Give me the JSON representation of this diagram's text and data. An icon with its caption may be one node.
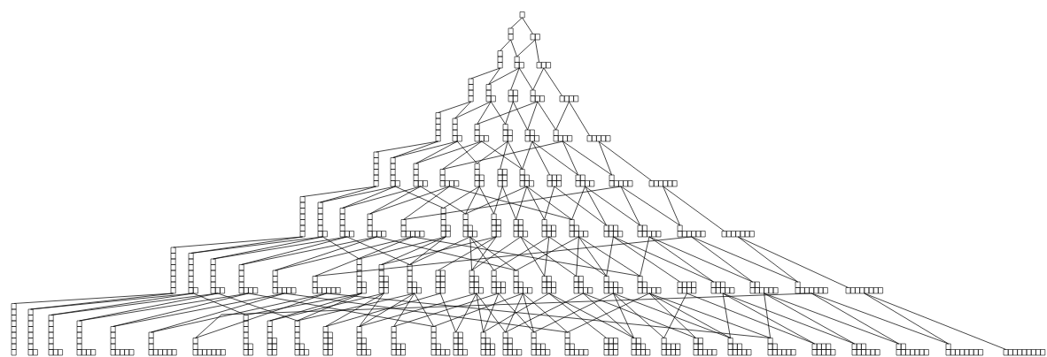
{
  "diagram": {
    "nodes": [
      {
        "text": [],
        "shape": "grid"
      },
      {
        "text": [],
        "shape": "grid"
      },
      {
        "text": [],
        "shape": "grid"
      },
      {
        "text": [],
        "shape": "grid"
      },
      {
        "text": [],
        "shape": "grid"
      },
      {
        "text": [],
        "shape": "grid"
      },
      {
        "text": [],
        "shape": "grid"
      },
      {
        "text": [],
        "shape": "grid"
      },
      {
        "text": [],
        "shape": "grid"
      },
      {
        "text": [],
        "shape": "grid"
      },
      {
        "text": [],
        "shape": "grid"
      },
      {
        "text": [],
        "shape": "grid"
      },
      {
        "text": [],
        "shape": "grid"
      },
      {
        "text": [],
        "shape": "grid"
      },
      {
        "text": [],
        "shape": "grid"
      },
      {
        "text": [],
        "shape": "grid"
      },
      {
        "text": [],
        "shape": "grid"
      },
      {
        "text": [],
        "shape": "grid"
      },
      {
        "text": [],
        "shape": "grid"
      },
      {
        "text": [],
        "shape": "grid"
      },
      {
        "text": [],
        "shape": "grid"
      },
      {
        "text": [],
        "shape": "grid"
      },
      {
        "text": [],
        "shape": "grid"
      },
      {
        "text": [],
        "shape": "grid"
      },
      {
        "text": [],
        "shape": "grid"
      },
      {
        "text": [],
        "shape": "grid"
      },
      {
        "text": [],
        "shape": "grid"
      },
      {
        "text": [],
        "shape": "grid"
      },
      {
        "text": [],
        "shape": "grid"
      },
      {
        "text": [],
        "shape": "grid"
      },
      {
        "text": [],
        "shape": "grid"
      },
      {
        "text": [],
        "shape": "grid"
      },
      {
        "text": [],
        "shape": "grid"
      },
      {
        "text": [],
        "shape": "grid"
      },
      {
        "text": [],
        "shape": "grid"
      },
      {
        "text": [],
        "shape": "grid"
      },
      {
        "text": [],
        "shape": "grid"
      },
      {
        "text": [],
        "shape": "grid"
      },
      {
        "text": [],
        "shape": "grid"
      },
      {
        "text": [],
        "shape": "grid"
      },
      {
        "text": [],
        "shape": "grid"
      },
      {
        "text": [],
        "shape": "grid"
      },
      {
        "text": [],
        "shape": "grid"
      },
      {
        "text": [],
        "shape": "grid"
      },
      {
        "text": [],
        "shape": "grid"
      },
      {
        "text": [],
        "shape": "grid"
      },
      {
        "text": [],
        "shape": "grid"
      },
      {
        "text": [],
        "shape": "grid"
      },
      {
        "text": [],
        "shape": "grid"
      },
      {
        "text": [],
        "shape": "grid"
      },
      {
        "text": [],
        "shape": "grid"
      },
      {
        "text": [],
        "shape": "grid"
      },
      {
        "text": [],
        "shape": "grid"
      },
      {
        "text": [],
        "shape": "grid"
      },
      {
        "text": [],
        "shape": "grid"
      },
      {
        "text": [],
        "shape": "grid"
      },
      {
        "text": [],
        "shape": "grid"
      },
      {
        "text": [],
        "shape": "grid"
      },
      {
        "text": [],
        "shape": "grid"
      },
      {
        "text": [],
        "shape": "grid"
      },
      {
        "text": [],
        "shape": "grid"
      },
      {
        "text": [],
        "shape": "grid"
      },
      {
        "text": [],
        "shape": "grid"
      },
      {
        "text": [],
        "shape": "grid"
      },
      {
        "text": [],
        "shape": "grid"
      },
      {
        "text": [],
        "shape": "grid"
      },
      {
        "text": [],
        "shape": "grid"
      },
      {
        "text": [],
        "shape": "grid"
      },
      {
        "text": [],
        "shape": "grid"
      },
      {
        "text": [],
        "shape": "grid"
      },
      {
        "text": [],
        "shape": "grid"
      },
      {
        "text": [],
        "shape": "grid"
      },
      {
        "text": [],
        "shape": "grid"
      },
      {
        "text": [],
        "shape": "grid"
      },
      {
        "text": [],
        "shape": "grid"
      },
      {
        "text": [],
        "shape": "grid"
      },
      {
        "text": [],
        "shape": "grid"
      },
      {
        "text": [],
        "shape": "grid"
      },
      {
        "text": [],
        "shape": "grid"
      },
      {
        "text": [],
        "shape": "grid"
      },
      {
        "text": [],
        "shape": "grid"
      },
      {
        "text": [],
        "shape": "grid"
      },
      {
        "text": [],
        "shape": "grid"
      },
      {
        "text": [],
        "shape": "grid"
      },
      {
        "text": [],
        "shape": "grid"
      },
      {
        "text": [],
        "shape": "grid"
      },
      {
        "text": [],
        "shape": "grid"
      },
      {
        "text": [],
        "shape": "grid"
      },
      {
        "text": [],
        "shape": "grid"
      },
      {
        "text": [],
        "shape": "grid"
      },
      {
        "text": [],
        "shape": "grid"
      },
      {
        "text": [],
        "shape": "grid"
      },
      {
        "text": [],
        "shape": "grid"
      },
      {
        "text": [],
        "shape": "grid"
      },
      {
        "text": [],
        "shape": "grid"
      },
      {
        "text": [],
        "shape": "grid"
      }
    ],
    "edges": [
      {
        "from": 0,
        "to": 1,
        "arrow": "none"
      },
      {
        "from": 0,
        "to": 2,
        "arrow": "none"
      },
      {
        "from": 1,
        "to": 3,
        "arrow": "none"
      },
      {
        "from": 1,
        "to": 4,
        "arrow": "none"
      },
      {
        "from": 2,
        "to": 4,
        "arrow": "none"
      },
      {
        "from": 2,
        "to": 5,
        "arrow": "none"
      },
      {
        "from": 3,
        "to": 6,
        "arrow": "none"
      },
      {
        "from": 3,
        "to": 7,
        "arrow": "none"
      },
      {
        "from": 4,
        "to": 7,
        "arrow": "none"
      },
      {
        "from": 4,
        "to": 8,
        "arrow": "none"
      },
      {
        "from": 4,
        "to": 9,
        "arrow": "none"
      },
      {
        "from": 5,
        "to": 9,
        "arrow": "none"
      },
      {
        "from": 5,
        "to": 10,
        "arrow": "none"
      },
      {
        "from": 6,
        "to": 11,
        "arrow": "none"
      },
      {
        "from": 6,
        "to": 12,
        "arrow": "none"
      },
      {
        "from": 7,
        "to": 12,
        "arrow": "none"
      },
      {
        "from": 7,
        "to": 13,
        "arrow": "none"
      },
      {
        "from": 9,
        "to": 13,
        "arrow": "none"
      },
      {
        "from": 7,
        "to": 14,
        "arrow": "none"
      },
      {
        "from": 8,
        "to": 14,
        "arrow": "none"
      },
      {
        "from": 8,
        "to": 15,
        "arrow": "none"
      },
      {
        "from": 9,
        "to": 15,
        "arrow": "none"
      },
      {
        "from": 9,
        "to": 16,
        "arrow": "none"
      },
      {
        "from": 10,
        "to": 16,
        "arrow": "none"
      },
      {
        "from": 10,
        "to": 17,
        "arrow": "none"
      },
      {
        "from": 11,
        "to": 18,
        "arrow": "none"
      },
      {
        "from": 11,
        "to": 19,
        "arrow": "none"
      },
      {
        "from": 12,
        "to": 19,
        "arrow": "none"
      },
      {
        "from": 12,
        "to": 20,
        "arrow": "none"
      },
      {
        "from": 13,
        "to": 20,
        "arrow": "none"
      },
      {
        "from": 13,
        "to": 21,
        "arrow": "none"
      },
      {
        "from": 16,
        "to": 21,
        "arrow": "none"
      },
      {
        "from": 12,
        "to": 22,
        "arrow": "none"
      },
      {
        "from": 14,
        "to": 22,
        "arrow": "none"
      },
      {
        "from": 14,
        "to": 23,
        "arrow": "none"
      },
      {
        "from": 13,
        "to": 24,
        "arrow": "none"
      },
      {
        "from": 14,
        "to": 24,
        "arrow": "none"
      },
      {
        "from": 15,
        "to": 24,
        "arrow": "none"
      },
      {
        "from": 15,
        "to": 25,
        "arrow": "none"
      },
      {
        "from": 15,
        "to": 26,
        "arrow": "none"
      },
      {
        "from": 16,
        "to": 26,
        "arrow": "none"
      },
      {
        "from": 16,
        "to": 27,
        "arrow": "none"
      },
      {
        "from": 17,
        "to": 27,
        "arrow": "none"
      },
      {
        "from": 17,
        "to": 28,
        "arrow": "none"
      },
      {
        "from": 18,
        "to": 29,
        "arrow": "none"
      },
      {
        "from": 18,
        "to": 30,
        "arrow": "none"
      },
      {
        "from": 19,
        "to": 30,
        "arrow": "none"
      },
      {
        "from": 19,
        "to": 31,
        "arrow": "none"
      },
      {
        "from": 20,
        "to": 31,
        "arrow": "none"
      },
      {
        "from": 20,
        "to": 32,
        "arrow": "none"
      },
      {
        "from": 21,
        "to": 32,
        "arrow": "none"
      },
      {
        "from": 21,
        "to": 33,
        "arrow": "none"
      },
      {
        "from": 27,
        "to": 33,
        "arrow": "none"
      },
      {
        "from": 19,
        "to": 34,
        "arrow": "none"
      },
      {
        "from": 22,
        "to": 34,
        "arrow": "none"
      },
      {
        "from": 20,
        "to": 35,
        "arrow": "none"
      },
      {
        "from": 22,
        "to": 35,
        "arrow": "none"
      },
      {
        "from": 24,
        "to": 35,
        "arrow": "none"
      },
      {
        "from": 22,
        "to": 36,
        "arrow": "none"
      },
      {
        "from": 23,
        "to": 36,
        "arrow": "none"
      },
      {
        "from": 23,
        "to": 37,
        "arrow": "none"
      },
      {
        "from": 24,
        "to": 37,
        "arrow": "none"
      },
      {
        "from": 24,
        "to": 38,
        "arrow": "none"
      },
      {
        "from": 25,
        "to": 38,
        "arrow": "none"
      },
      {
        "from": 21,
        "to": 39,
        "arrow": "none"
      },
      {
        "from": 24,
        "to": 39,
        "arrow": "none"
      },
      {
        "from": 26,
        "to": 39,
        "arrow": "none"
      },
      {
        "from": 25,
        "to": 40,
        "arrow": "none"
      },
      {
        "from": 26,
        "to": 40,
        "arrow": "none"
      },
      {
        "from": 26,
        "to": 41,
        "arrow": "none"
      },
      {
        "from": 27,
        "to": 41,
        "arrow": "none"
      },
      {
        "from": 27,
        "to": 42,
        "arrow": "none"
      },
      {
        "from": 28,
        "to": 42,
        "arrow": "none"
      },
      {
        "from": 28,
        "to": 43,
        "arrow": "none"
      },
      {
        "from": 29,
        "to": 44,
        "arrow": "none"
      },
      {
        "from": 29,
        "to": 45,
        "arrow": "none"
      },
      {
        "from": 30,
        "to": 45,
        "arrow": "none"
      },
      {
        "from": 30,
        "to": 46,
        "arrow": "none"
      },
      {
        "from": 31,
        "to": 46,
        "arrow": "none"
      },
      {
        "from": 31,
        "to": 47,
        "arrow": "none"
      },
      {
        "from": 32,
        "to": 47,
        "arrow": "none"
      },
      {
        "from": 32,
        "to": 48,
        "arrow": "none"
      },
      {
        "from": 33,
        "to": 48,
        "arrow": "none"
      },
      {
        "from": 33,
        "to": 49,
        "arrow": "none"
      },
      {
        "from": 42,
        "to": 49,
        "arrow": "none"
      },
      {
        "from": 30,
        "to": 50,
        "arrow": "none"
      },
      {
        "from": 34,
        "to": 50,
        "arrow": "none"
      },
      {
        "from": 34,
        "to": 51,
        "arrow": "none"
      },
      {
        "from": 36,
        "to": 51,
        "arrow": "none"
      },
      {
        "from": 31,
        "to": 52,
        "arrow": "none"
      },
      {
        "from": 34,
        "to": 52,
        "arrow": "none"
      },
      {
        "from": 35,
        "to": 52,
        "arrow": "none"
      },
      {
        "from": 36,
        "to": 53,
        "arrow": "none"
      },
      {
        "from": 35,
        "to": 54,
        "arrow": "none"
      },
      {
        "from": 36,
        "to": 54,
        "arrow": "none"
      },
      {
        "from": 37,
        "to": 54,
        "arrow": "none"
      },
      {
        "from": 35,
        "to": 55,
        "arrow": "none"
      },
      {
        "from": 38,
        "to": 55,
        "arrow": "none"
      },
      {
        "from": 32,
        "to": 56,
        "arrow": "none"
      },
      {
        "from": 35,
        "to": 56,
        "arrow": "none"
      },
      {
        "from": 39,
        "to": 56,
        "arrow": "none"
      },
      {
        "from": 37,
        "to": 57,
        "arrow": "none"
      },
      {
        "from": 38,
        "to": 57,
        "arrow": "none"
      },
      {
        "from": 37,
        "to": 58,
        "arrow": "none"
      },
      {
        "from": 39,
        "to": 58,
        "arrow": "none"
      },
      {
        "from": 38,
        "to": 59,
        "arrow": "none"
      },
      {
        "from": 39,
        "to": 59,
        "arrow": "none"
      },
      {
        "from": 40,
        "to": 59,
        "arrow": "none"
      },
      {
        "from": 33,
        "to": 60,
        "arrow": "none"
      },
      {
        "from": 39,
        "to": 60,
        "arrow": "none"
      },
      {
        "from": 41,
        "to": 60,
        "arrow": "none"
      },
      {
        "from": 40,
        "to": 61,
        "arrow": "none"
      },
      {
        "from": 40,
        "to": 62,
        "arrow": "none"
      },
      {
        "from": 41,
        "to": 62,
        "arrow": "none"
      },
      {
        "from": 41,
        "to": 63,
        "arrow": "none"
      },
      {
        "from": 42,
        "to": 63,
        "arrow": "none"
      },
      {
        "from": 42,
        "to": 64,
        "arrow": "none"
      },
      {
        "from": 43,
        "to": 64,
        "arrow": "none"
      },
      {
        "from": 43,
        "to": 65,
        "arrow": "none"
      },
      {
        "from": 44,
        "to": 66,
        "arrow": "none"
      },
      {
        "from": 44,
        "to": 67,
        "arrow": "none"
      },
      {
        "from": 45,
        "to": 67,
        "arrow": "none"
      },
      {
        "from": 45,
        "to": 68,
        "arrow": "none"
      },
      {
        "from": 46,
        "to": 68,
        "arrow": "none"
      },
      {
        "from": 46,
        "to": 69,
        "arrow": "none"
      },
      {
        "from": 47,
        "to": 69,
        "arrow": "none"
      },
      {
        "from": 47,
        "to": 70,
        "arrow": "none"
      },
      {
        "from": 48,
        "to": 70,
        "arrow": "none"
      },
      {
        "from": 48,
        "to": 71,
        "arrow": "none"
      },
      {
        "from": 49,
        "to": 71,
        "arrow": "none"
      },
      {
        "from": 49,
        "to": 72,
        "arrow": "none"
      },
      {
        "from": 64,
        "to": 72,
        "arrow": "none"
      },
      {
        "from": 45,
        "to": 73,
        "arrow": "none"
      },
      {
        "from": 50,
        "to": 73,
        "arrow": "none"
      },
      {
        "from": 50,
        "to": 74,
        "arrow": "none"
      },
      {
        "from": 51,
        "to": 74,
        "arrow": "none"
      },
      {
        "from": 46,
        "to": 75,
        "arrow": "none"
      },
      {
        "from": 50,
        "to": 75,
        "arrow": "none"
      },
      {
        "from": 52,
        "to": 75,
        "arrow": "none"
      },
      {
        "from": 51,
        "to": 76,
        "arrow": "none"
      },
      {
        "from": 53,
        "to": 76,
        "arrow": "none"
      },
      {
        "from": 51,
        "to": 77,
        "arrow": "none"
      },
      {
        "from": 52,
        "to": 77,
        "arrow": "none"
      },
      {
        "from": 54,
        "to": 77,
        "arrow": "none"
      },
      {
        "from": 52,
        "to": 78,
        "arrow": "none"
      },
      {
        "from": 55,
        "to": 78,
        "arrow": "none"
      },
      {
        "from": 47,
        "to": 79,
        "arrow": "none"
      },
      {
        "from": 52,
        "to": 79,
        "arrow": "none"
      },
      {
        "from": 56,
        "to": 79,
        "arrow": "none"
      },
      {
        "from": 53,
        "to": 80,
        "arrow": "none"
      },
      {
        "from": 54,
        "to": 80,
        "arrow": "none"
      },
      {
        "from": 54,
        "to": 81,
        "arrow": "none"
      },
      {
        "from": 55,
        "to": 81,
        "arrow": "none"
      },
      {
        "from": 57,
        "to": 81,
        "arrow": "none"
      },
      {
        "from": 54,
        "to": 82,
        "arrow": "none"
      },
      {
        "from": 56,
        "to": 82,
        "arrow": "none"
      },
      {
        "from": 58,
        "to": 82,
        "arrow": "none"
      },
      {
        "from": 55,
        "to": 83,
        "arrow": "none"
      },
      {
        "from": 56,
        "to": 83,
        "arrow": "none"
      },
      {
        "from": 59,
        "to": 83,
        "arrow": "none"
      },
      {
        "from": 48,
        "to": 84,
        "arrow": "none"
      },
      {
        "from": 56,
        "to": 84,
        "arrow": "none"
      },
      {
        "from": 60,
        "to": 84,
        "arrow": "none"
      },
      {
        "from": 57,
        "to": 85,
        "arrow": "none"
      },
      {
        "from": 57,
        "to": 86,
        "arrow": "none"
      },
      {
        "from": 58,
        "to": 86,
        "arrow": "none"
      },
      {
        "from": 59,
        "to": 86,
        "arrow": "none"
      },
      {
        "from": 59,
        "to": 87,
        "arrow": "none"
      },
      {
        "from": 61,
        "to": 87,
        "arrow": "none"
      },
      {
        "from": 58,
        "to": 88,
        "arrow": "none"
      },
      {
        "from": 60,
        "to": 88,
        "arrow": "none"
      },
      {
        "from": 59,
        "to": 89,
        "arrow": "none"
      },
      {
        "from": 60,
        "to": 89,
        "arrow": "none"
      },
      {
        "from": 62,
        "to": 89,
        "arrow": "none"
      },
      {
        "from": 49,
        "to": 90,
        "arrow": "none"
      },
      {
        "from": 60,
        "to": 90,
        "arrow": "none"
      },
      {
        "from": 63,
        "to": 90,
        "arrow": "none"
      },
      {
        "from": 61,
        "to": 91,
        "arrow": "none"
      },
      {
        "from": 62,
        "to": 91,
        "arrow": "none"
      },
      {
        "from": 62,
        "to": 92,
        "arrow": "none"
      },
      {
        "from": 63,
        "to": 92,
        "arrow": "none"
      },
      {
        "from": 63,
        "to": 93,
        "arrow": "none"
      },
      {
        "from": 64,
        "to": 93,
        "arrow": "none"
      },
      {
        "from": 64,
        "to": 94,
        "arrow": "none"
      },
      {
        "from": 65,
        "to": 94,
        "arrow": "none"
      },
      {
        "from": 65,
        "to": 95,
        "arrow": "none"
      }
    ]
  }
}
